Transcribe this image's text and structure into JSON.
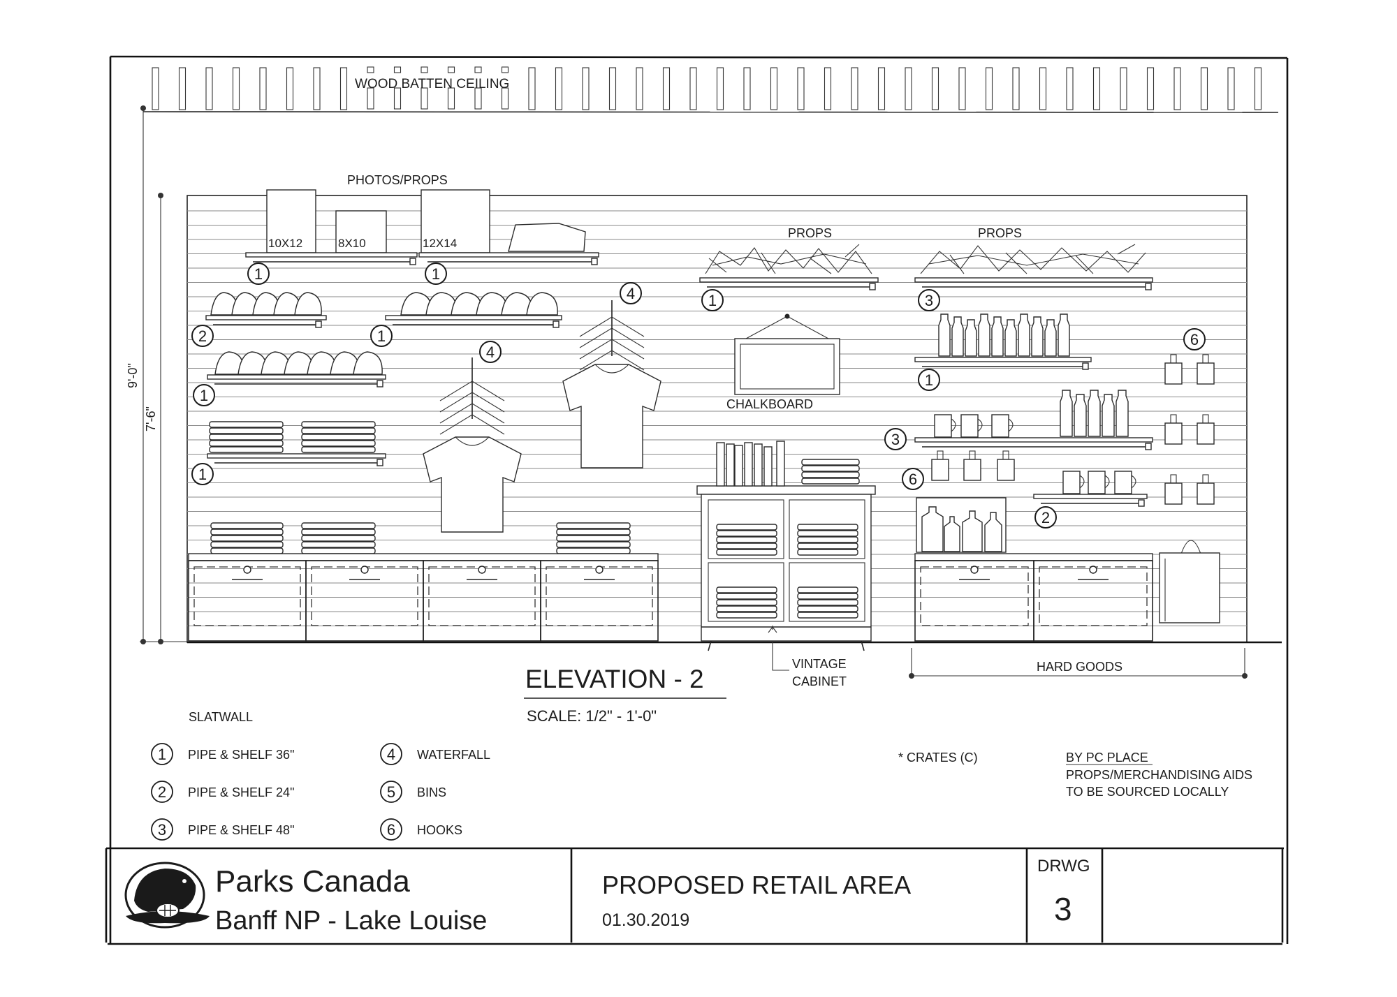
{
  "ceiling_label": "WOOD BATTEN CEILING",
  "dimensions": {
    "total_height": "9'-0\"",
    "wall_height": "7'-6\""
  },
  "labels": {
    "photos_props": "PHOTOS/PROPS",
    "frame_1": "10X12",
    "frame_2": "8X10",
    "frame_3": "12X14",
    "props_1": "PROPS",
    "props_2": "PROPS",
    "chalkboard": "CHALKBOARD",
    "vintage_cabinet": "VINTAGE\nCABINET",
    "hard_goods": "HARD GOODS"
  },
  "callouts": [
    "1",
    "1",
    "1",
    "3",
    "2",
    "1",
    "4",
    "4",
    "1",
    "1",
    "6",
    "3",
    "6",
    "2",
    "1"
  ],
  "elevation": {
    "title": "ELEVATION  - 2",
    "scale": "SCALE: 1/2\" - 1'-0\""
  },
  "legend": {
    "heading": "SLATWALL",
    "items": [
      {
        "num": "1",
        "label": "PIPE & SHELF 36\""
      },
      {
        "num": "2",
        "label": "PIPE & SHELF 24\""
      },
      {
        "num": "3",
        "label": "PIPE & SHELF 48\""
      },
      {
        "num": "4",
        "label": "WATERFALL"
      },
      {
        "num": "5",
        "label": "BINS"
      },
      {
        "num": "6",
        "label": "HOOKS"
      }
    ]
  },
  "notes": {
    "crates": "* CRATES (C)",
    "by_pc_place": "BY PC PLACE",
    "props_aids_line1": "PROPS/MERCHANDISING AIDS",
    "props_aids_line2": "TO BE SOURCED LOCALLY"
  },
  "title_block": {
    "org": "Parks Canada",
    "site": "Banff NP - Lake Louise",
    "project": "PROPOSED RETAIL AREA",
    "date": "01.30.2019",
    "drwg_label": "DRWG",
    "drwg_number": "3"
  }
}
